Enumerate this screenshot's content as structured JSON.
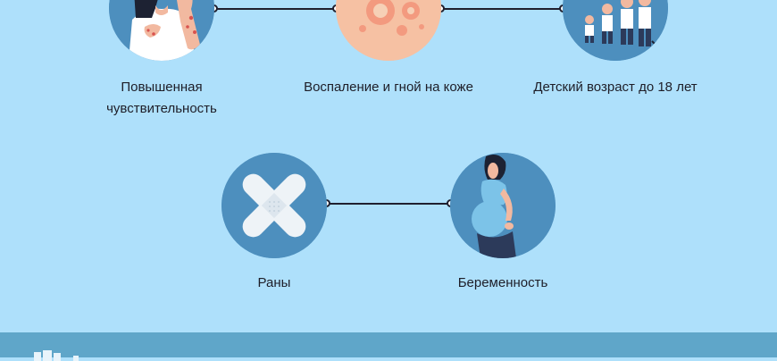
{
  "items": [
    {
      "label": "Повышенная чувствительность",
      "icon": "irritated-skin-person-icon"
    },
    {
      "label": "Воспаление и гной на коже",
      "icon": "inflamed-skin-icon"
    },
    {
      "label": "Детский возраст до 18 лет",
      "icon": "children-icon"
    },
    {
      "label": "Раны",
      "icon": "bandage-icon"
    },
    {
      "label": "Беременность",
      "icon": "pregnant-woman-icon"
    }
  ],
  "colors": {
    "background": "#aee0fb",
    "circle": "#4d8fbe",
    "footer": "#5fa6c9",
    "connector": "#1f1f2e"
  }
}
